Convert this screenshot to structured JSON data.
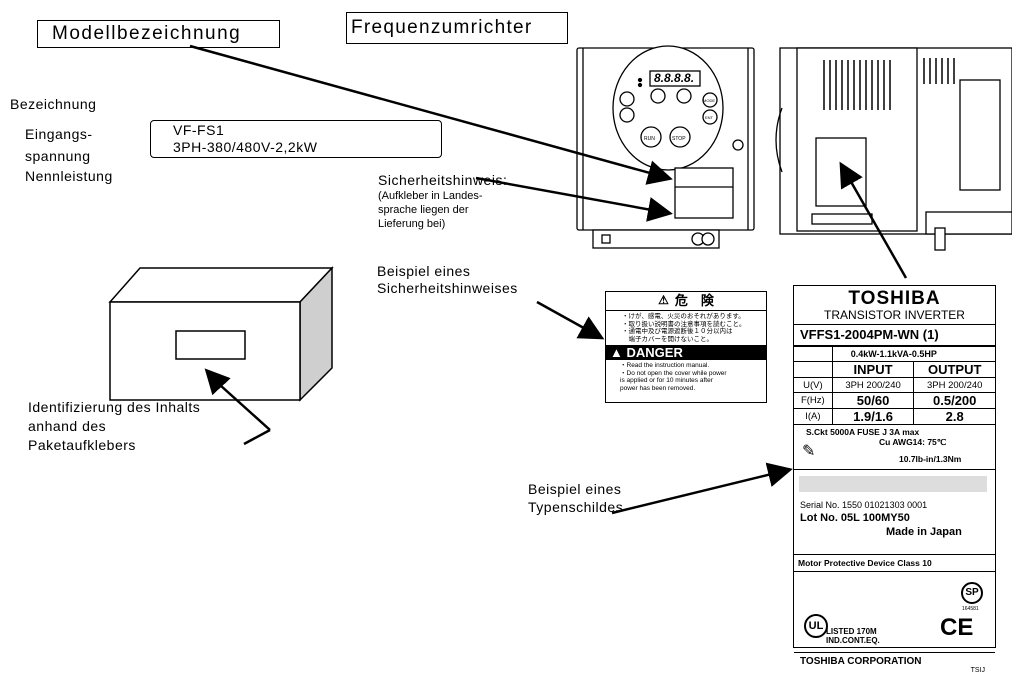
{
  "titles": {
    "model_designation": "Modellbezeichnung",
    "inverter": "Frequenzumrichter"
  },
  "labels": {
    "designation": "Bezeichnung",
    "input_voltage_1": "Eingangs-",
    "input_voltage_2": "spannung",
    "rated_power": "Nennleistung",
    "safety_title": "Sicherheitshinweis:",
    "safety_note_1": "(Aufkleber in Landes-",
    "safety_note_2": "sprache liegen der",
    "safety_note_3": "Lieferung bei)",
    "example_safety_1": "Beispiel eines",
    "example_safety_2": "Sicherheitshinweises",
    "package_1": "Identifizierung des Inhalts",
    "package_2": "anhand des",
    "package_3": "Paketaufklebers",
    "example_plate_1": "Beispiel eines",
    "example_plate_2": "Typenschildes"
  },
  "model_box": {
    "line1": "VF-FS1",
    "line2": "3PH-380/480V-2,2kW"
  },
  "panel": {
    "display": "8.8.8.8.",
    "run": "RUN",
    "stop": "STOP",
    "mode": "MODE",
    "ent": "ENT"
  },
  "warning_label": {
    "jp_title": "危　険",
    "jp_lines": [
      "・けが、感電、火災のおそれがあります。",
      "・取り扱い説明書の注意事項を読むこと。",
      "・通電中及び電源遮断後１０分以内は",
      "　端子カバーを開けないこと。"
    ],
    "danger": "DANGER",
    "en_lines": [
      "・Read the instruction manual.",
      "・Do not open the cover while power",
      "is applied or for 10 minutes after",
      "power has been removed."
    ]
  },
  "nameplate": {
    "brand": "TOSHIBA",
    "subtitle": "TRANSISTOR INVERTER",
    "model": "VFFS1-2004PM-WN (1)",
    "power": "0.4kW-1.1kVA-0.5HP",
    "col_input": "INPUT",
    "col_output": "OUTPUT",
    "rows": [
      {
        "k": "U(V)",
        "in": "3PH 200/240",
        "out": "3PH 200/240"
      },
      {
        "k": "F(Hz)",
        "in": "50/60",
        "out": "0.5/200"
      },
      {
        "k": "I(A)",
        "in": "1.9/1.6",
        "out": "2.8"
      }
    ],
    "sckt": "S.Ckt 5000A FUSE J 3A max",
    "cu": "Cu AWG14: 75℃",
    "torque": "10.7lb-in/1.3Nm",
    "serial": "Serial No. 1550  01021303  0001",
    "lot": "Lot No. 05L  100MY50",
    "made": "Made in Japan",
    "motor": "Motor Protective Device Class 10",
    "csa_no": "164581",
    "ul_1": "LISTED 170M",
    "ul_2": "IND.CONT.EQ.",
    "corp": "TOSHIBA CORPORATION",
    "tsij": "TSIJ"
  }
}
